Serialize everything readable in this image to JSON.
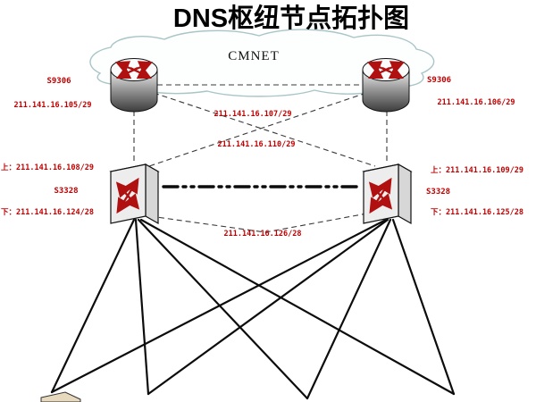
{
  "diagram_title": "DNS枢纽节点拓扑图",
  "cloud_label": "CMNET",
  "left_router": {
    "model": "S9306",
    "ip": "211.141.16.105/29"
  },
  "right_router": {
    "model": "S9306",
    "ip": "211.141.16.106/29"
  },
  "left_switch": {
    "model": "S3328",
    "uplink": "上：211.141.16.108/29",
    "downlink": "下：211.141.16.124/28"
  },
  "right_switch": {
    "model": "S3328",
    "uplink": "上：211.141.16.109/29",
    "downlink": "下：211.141.16.125/28"
  },
  "links": {
    "router_cross_subnet": "211.141.16.107/29",
    "router_switch_subnet": "211.141.16.110/29",
    "switch_heartbeat_subnet": "211.141.16.126/28"
  },
  "colors": {
    "label_red": "#c00000",
    "cloud_stroke": "#a9c5c7",
    "line_black": "#111111",
    "server_tan": "#e6d9bd"
  }
}
